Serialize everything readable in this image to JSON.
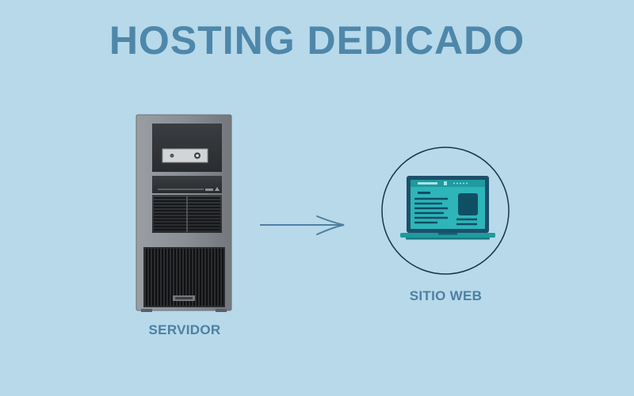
{
  "title": "HOSTING DEDICADO",
  "server": {
    "label": "SERVIDOR",
    "icon": "server-tower-icon"
  },
  "website": {
    "label": "SITIO WEB",
    "icon": "laptop-website-icon"
  },
  "arrow": {
    "icon": "arrow-right-icon"
  },
  "colors": {
    "background": "#b7d9ea",
    "title": "#4e87a9",
    "label": "#4e7fa3",
    "accent": "#1e9a9e",
    "laptop_dark": "#16506a"
  }
}
